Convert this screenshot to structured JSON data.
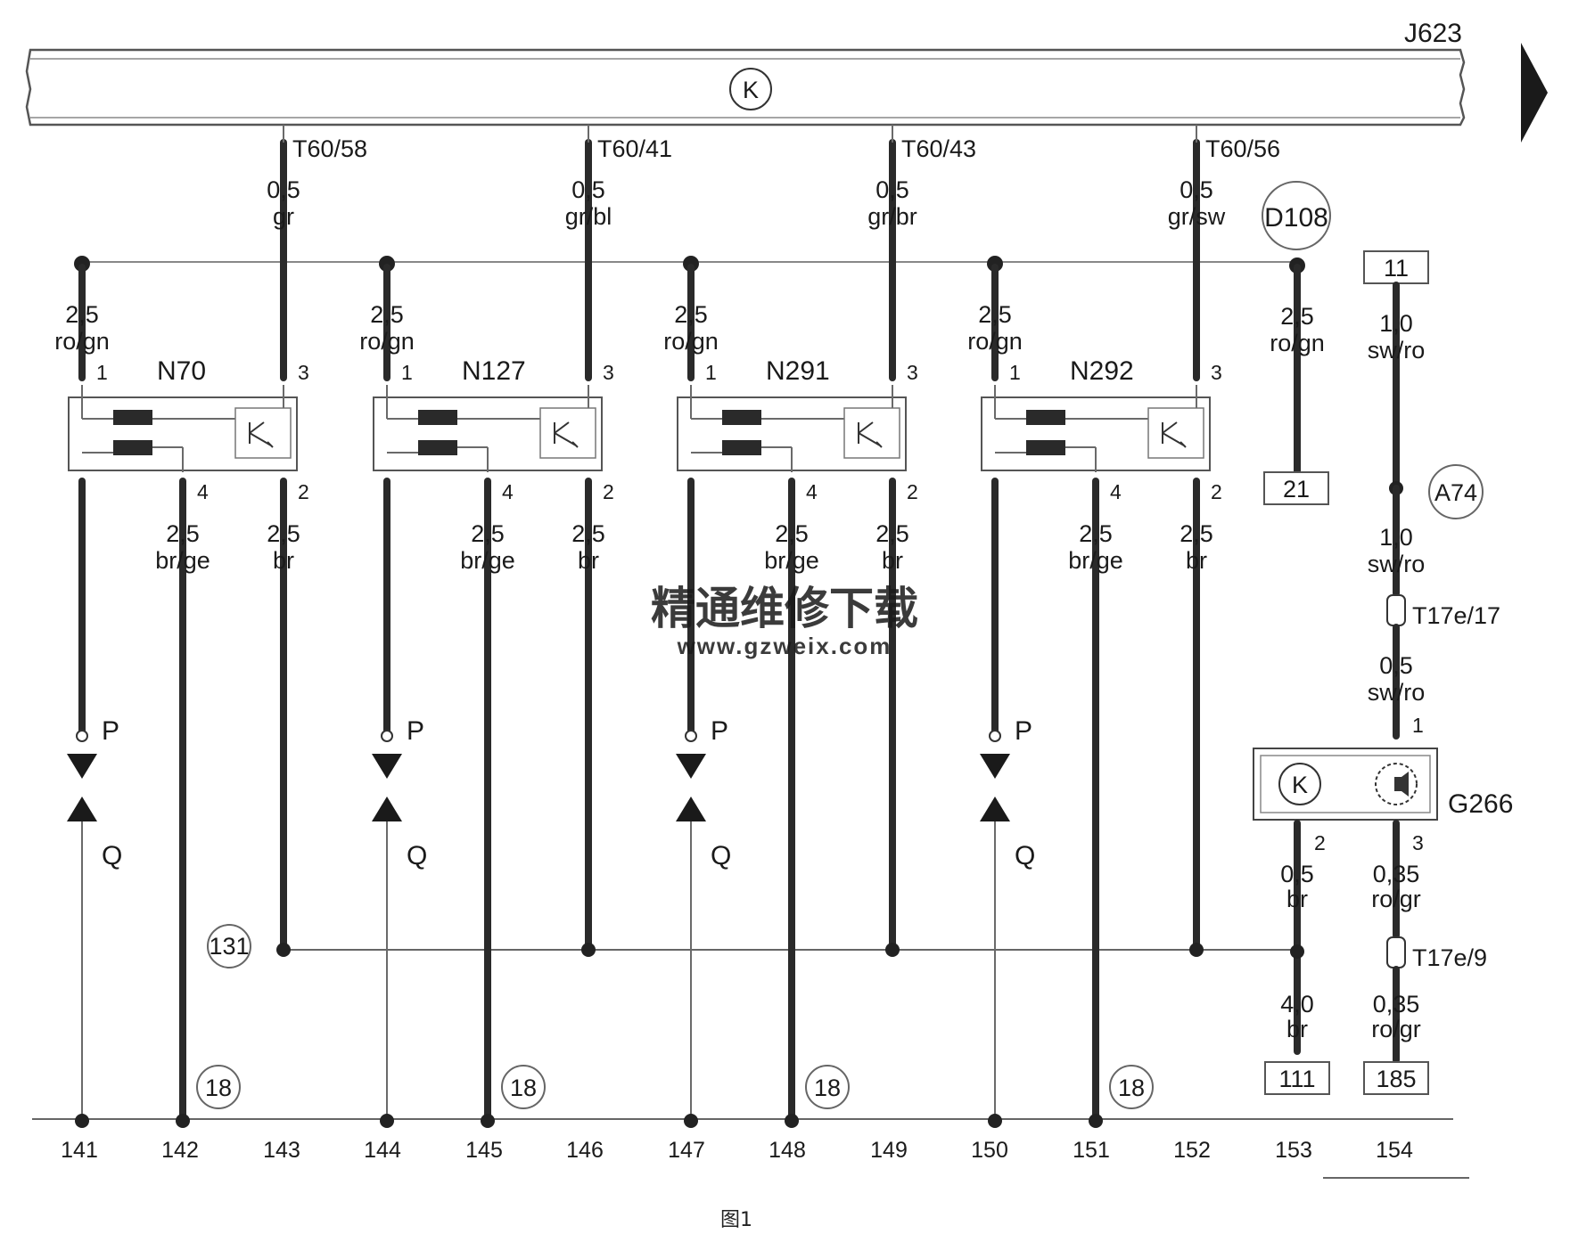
{
  "ecu": {
    "name": "J623",
    "symbol": "K"
  },
  "sheet_marker": "arrow-right",
  "modules": [
    {
      "name": "N70",
      "pin_top": "T60/58",
      "sig_size": "0,5",
      "sig_color": "gr",
      "feed_size": "2,5",
      "feed_color": "ro/gn",
      "pin1": "1",
      "pin3": "3",
      "pin4": "4",
      "pin2": "2",
      "out4_size": "2,5",
      "out4_color": "br/ge",
      "out2_size": "2,5",
      "out2_color": "br",
      "p_label": "P",
      "q_label": "Q",
      "ref": "18"
    },
    {
      "name": "N127",
      "pin_top": "T60/41",
      "sig_size": "0,5",
      "sig_color": "gr/bl",
      "feed_size": "2,5",
      "feed_color": "ro/gn",
      "pin1": "1",
      "pin3": "3",
      "pin4": "4",
      "pin2": "2",
      "out4_size": "2,5",
      "out4_color": "br/ge",
      "out2_size": "2,5",
      "out2_color": "br",
      "p_label": "P",
      "q_label": "Q",
      "ref": "18"
    },
    {
      "name": "N291",
      "pin_top": "T60/43",
      "sig_size": "0,5",
      "sig_color": "gr/br",
      "feed_size": "2,5",
      "feed_color": "ro/gn",
      "pin1": "1",
      "pin3": "3",
      "pin4": "4",
      "pin2": "2",
      "out4_size": "2,5",
      "out4_color": "br/ge",
      "out2_size": "2,5",
      "out2_color": "br",
      "p_label": "P",
      "q_label": "Q",
      "ref": "18"
    },
    {
      "name": "N292",
      "pin_top": "T60/56",
      "sig_size": "0,5",
      "sig_color": "gr/sw",
      "feed_size": "2,5",
      "feed_color": "ro/gn",
      "pin1": "1",
      "pin3": "3",
      "pin4": "4",
      "pin2": "2",
      "out4_size": "2,5",
      "out4_color": "br/ge",
      "out2_size": "2,5",
      "out2_color": "br",
      "p_label": "P",
      "q_label": "Q",
      "ref": "18"
    }
  ],
  "ground_ref": "131",
  "d108": {
    "label": "D108",
    "size": "2,5",
    "color": "ro/gn",
    "box": "21"
  },
  "right": {
    "top_box": "11",
    "w1_size": "1,0",
    "w1_color": "sw/ro",
    "node": "A74",
    "w2_size": "1,0",
    "w2_color": "sw/ro",
    "conn1": "T17e/17",
    "w3_size": "0,5",
    "w3_color": "sw/ro",
    "g_pin1": "1",
    "sensor": "G266",
    "sensor_symbol": "K",
    "g_pin2": "2",
    "g_pin3": "3",
    "w4_size": "0,5",
    "w4_color": "br",
    "w5_size": "0,35",
    "w5_color": "ro/gr",
    "conn2": "T17e/9",
    "w6_size": "4,0",
    "w6_color": "br",
    "w7_size": "0,35",
    "w7_color": "ro/gr",
    "box_left": "111",
    "box_right": "185"
  },
  "columns": [
    "141",
    "142",
    "143",
    "144",
    "145",
    "146",
    "147",
    "148",
    "149",
    "150",
    "151",
    "152",
    "153",
    "154"
  ],
  "watermark": {
    "line1": "精通维修下载",
    "line2": "www.gzweix.com"
  },
  "caption": "图1"
}
